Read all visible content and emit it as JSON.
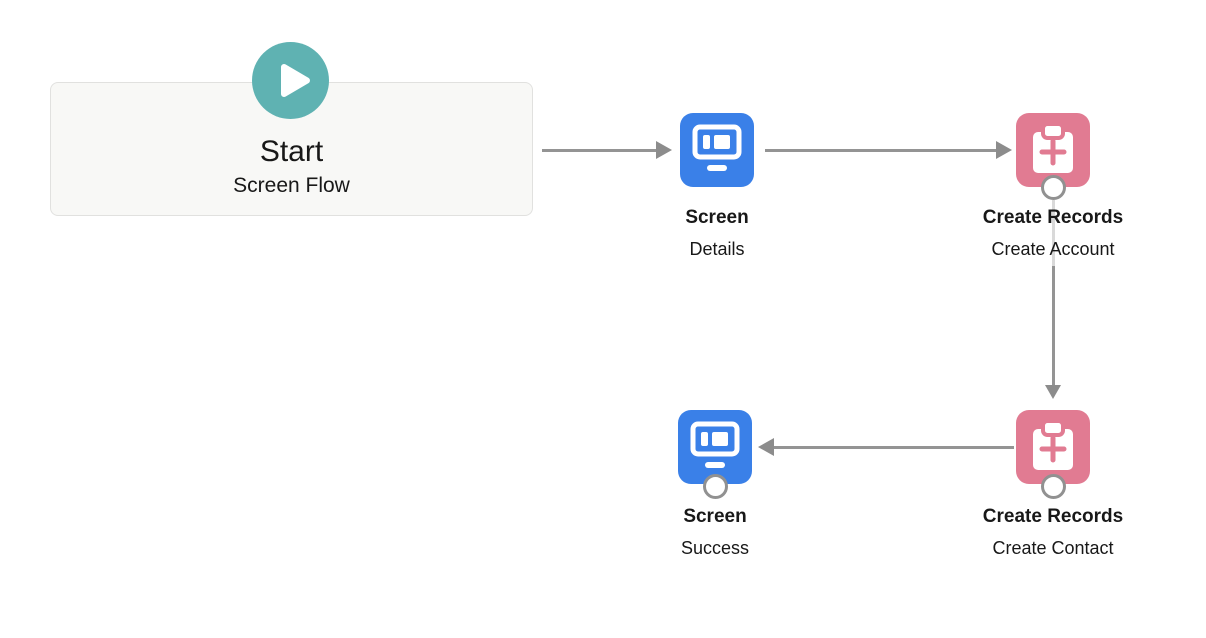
{
  "colors": {
    "screen-blue": "#3A80E8",
    "record-pink": "#E17B92",
    "start-teal": "#5FB2B2",
    "line-gray": "#949494",
    "line-light": "#D9D9D9",
    "head-gray": "#8C8C8C",
    "dot-border": "#919191",
    "text-color": "#181818",
    "box-bg": "#F8F8F6",
    "box-border": "#E1E1DF"
  },
  "nodes": {
    "start": {
      "title": "Start",
      "subtitle": "Screen Flow",
      "icon": "play-icon"
    },
    "screen_details": {
      "title": "Screen",
      "subtitle": "Details",
      "icon": "screen-icon"
    },
    "create_account": {
      "title": "Create Records",
      "subtitle": "Create Account",
      "icon": "create-records-icon"
    },
    "create_contact": {
      "title": "Create Records",
      "subtitle": "Create Contact",
      "icon": "create-records-icon"
    },
    "screen_success": {
      "title": "Screen",
      "subtitle": "Success",
      "icon": "screen-icon"
    }
  },
  "edges": [
    {
      "from": "start",
      "to": "screen_details"
    },
    {
      "from": "screen_details",
      "to": "create_account"
    },
    {
      "from": "create_account",
      "to": "create_contact"
    },
    {
      "from": "create_contact",
      "to": "screen_success"
    }
  ]
}
